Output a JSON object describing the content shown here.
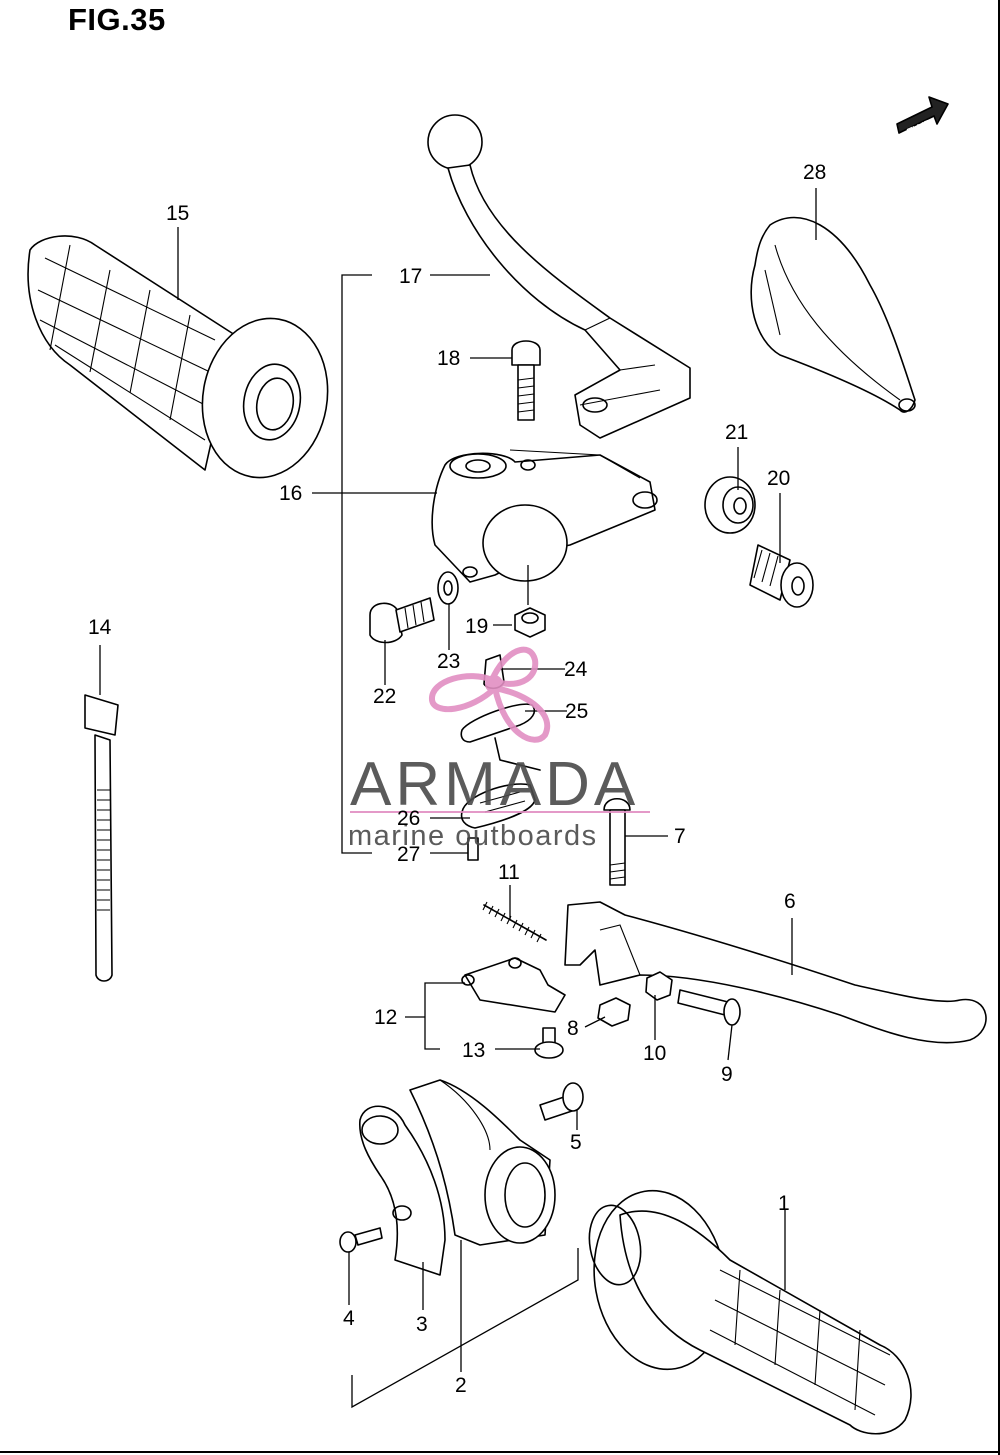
{
  "figure": {
    "title": "FIG.35"
  },
  "fwd_label": "FWD",
  "callouts": [
    "1",
    "2",
    "3",
    "4",
    "5",
    "6",
    "7",
    "8",
    "9",
    "10",
    "11",
    "12",
    "13",
    "14",
    "15",
    "16",
    "17",
    "18",
    "19",
    "20",
    "21",
    "22",
    "23",
    "24",
    "25",
    "26",
    "27",
    "28"
  ],
  "watermark": {
    "brand": "ARMADA",
    "tagline": "marine outboards",
    "colors": {
      "logo": "#e28fc3",
      "text": "#4a4a4a",
      "rule": "#e28fc3"
    }
  }
}
